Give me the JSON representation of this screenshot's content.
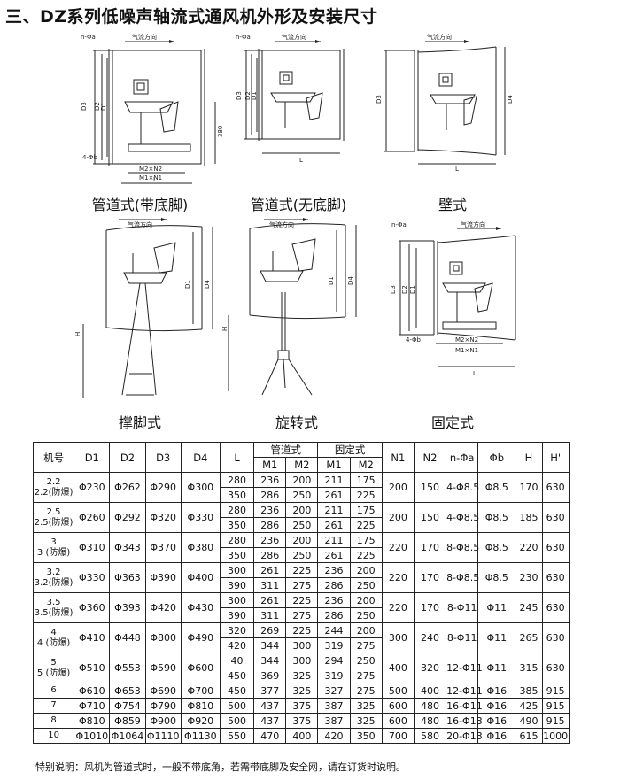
{
  "title": "三、DZ系列低噪声轴流式通风机外形及安装尺寸",
  "diagrams": [
    {
      "caption": "管道式(带底脚)",
      "labels": {
        "hole": "n-Φa",
        "flow": "气流方向",
        "d3": "D3",
        "d2": "D2",
        "d1": "D1",
        "h380": "380",
        "hole_b": "4-Φb",
        "m2n2": "M2×N2",
        "m1n1": "M1×N1",
        "l": "L"
      }
    },
    {
      "caption": "管道式(无底脚)",
      "labels": {
        "hole": "n-Φa",
        "flow": "气流方向",
        "d3": "D3",
        "d2": "D2",
        "d1": "D1",
        "l": "L"
      }
    },
    {
      "caption": "壁式",
      "labels": {
        "flow": "气流方向",
        "d3": "D3",
        "d4": "D4",
        "l": "L"
      }
    },
    {
      "caption": "撑脚式",
      "labels": {
        "flow": "气流方向",
        "d1": "D1",
        "d4": "D4",
        "h": "H"
      }
    },
    {
      "caption": "旋转式",
      "labels": {
        "flow": "气流方向",
        "d1": "D1",
        "d4": "D4",
        "h": "H"
      }
    },
    {
      "caption": "固定式",
      "labels": {
        "hole": "n-Φa",
        "flow": "气流方向",
        "d3": "D3",
        "d2": "D2",
        "d1": "D1",
        "hole_b": "4-Φb",
        "m2n2": "M2×N2",
        "m1n1": "M1×N1",
        "l": "L"
      }
    }
  ],
  "table": {
    "headers": {
      "model": "机号",
      "d1": "D1",
      "d2": "D2",
      "d3": "D3",
      "d4": "D4",
      "l": "L",
      "duct": "管道式",
      "fixed": "固定式",
      "m1": "M1",
      "m2": "M2",
      "n1": "N1",
      "n2": "N2",
      "na": "n-Φa",
      "b": "Φb",
      "h": "H",
      "hp": "H'"
    },
    "groups": [
      {
        "model": [
          "2.2",
          "2.2(防爆)"
        ],
        "d1": "Φ230",
        "d2": "Φ262",
        "d3": "Φ290",
        "d4": "Φ300",
        "rows": [
          [
            "280",
            "236",
            "200",
            "211",
            "175"
          ],
          [
            "350",
            "286",
            "250",
            "261",
            "225"
          ]
        ],
        "n1": "200",
        "n2": "150",
        "na": "4-Φ8.5",
        "b": "Φ8.5",
        "h": "170",
        "hp": "630"
      },
      {
        "model": [
          "2.5",
          "2.5(防爆)"
        ],
        "d1": "Φ260",
        "d2": "Φ292",
        "d3": "Φ320",
        "d4": "Φ330",
        "rows": [
          [
            "280",
            "236",
            "200",
            "211",
            "175"
          ],
          [
            "350",
            "286",
            "250",
            "261",
            "225"
          ]
        ],
        "n1": "200",
        "n2": "150",
        "na": "4-Φ8.5",
        "b": "Φ8.5",
        "h": "185",
        "hp": "630"
      },
      {
        "model": [
          "3",
          "3 (防爆)"
        ],
        "d1": "Φ310",
        "d2": "Φ343",
        "d3": "Φ370",
        "d4": "Φ380",
        "rows": [
          [
            "280",
            "236",
            "200",
            "211",
            "175"
          ],
          [
            "350",
            "286",
            "250",
            "261",
            "225"
          ]
        ],
        "n1": "220",
        "n2": "170",
        "na": "8-Φ8.5",
        "b": "Φ8.5",
        "h": "220",
        "hp": "630"
      },
      {
        "model": [
          "3.2",
          "3.2(防爆)"
        ],
        "d1": "Φ330",
        "d2": "Φ363",
        "d3": "Φ390",
        "d4": "Φ400",
        "rows": [
          [
            "300",
            "261",
            "225",
            "236",
            "200"
          ],
          [
            "390",
            "311",
            "275",
            "286",
            "250"
          ]
        ],
        "n1": "220",
        "n2": "170",
        "na": "8-Φ8.5",
        "b": "Φ8.5",
        "h": "230",
        "hp": "630"
      },
      {
        "model": [
          "3.5",
          "3.5(防爆)"
        ],
        "d1": "Φ360",
        "d2": "Φ393",
        "d3": "Φ420",
        "d4": "Φ430",
        "rows": [
          [
            "300",
            "261",
            "225",
            "236",
            "200"
          ],
          [
            "390",
            "311",
            "275",
            "286",
            "250"
          ]
        ],
        "n1": "220",
        "n2": "170",
        "na": "8-Φ11",
        "b": "Φ11",
        "h": "245",
        "hp": "630"
      },
      {
        "model": [
          "4",
          "4 (防爆)"
        ],
        "d1": "Φ410",
        "d2": "Φ448",
        "d3": "Φ800",
        "d4": "Φ490",
        "rows": [
          [
            "320",
            "269",
            "225",
            "244",
            "200"
          ],
          [
            "420",
            "344",
            "300",
            "319",
            "275"
          ]
        ],
        "n1": "300",
        "n2": "240",
        "na": "8-Φ11",
        "b": "Φ11",
        "h": "265",
        "hp": "630"
      },
      {
        "model": [
          "5",
          "5 (防爆)"
        ],
        "d1": "Φ510",
        "d2": "Φ553",
        "d3": "Φ590",
        "d4": "Φ600",
        "rows": [
          [
            "40",
            "344",
            "300",
            "294",
            "250"
          ],
          [
            "450",
            "369",
            "325",
            "319",
            "275"
          ]
        ],
        "n1": "400",
        "n2": "320",
        "na": "12-Φ11",
        "b": "Φ11",
        "h": "315",
        "hp": "630"
      },
      {
        "model": [
          "6"
        ],
        "d1": "Φ610",
        "d2": "Φ653",
        "d3": "Φ690",
        "d4": "Φ700",
        "rows": [
          [
            "450",
            "377",
            "325",
            "327",
            "275"
          ]
        ],
        "n1": "500",
        "n2": "400",
        "na": "12-Φ11",
        "b": "Φ16",
        "h": "385",
        "hp": "915"
      },
      {
        "model": [
          "7"
        ],
        "d1": "Φ710",
        "d2": "Φ754",
        "d3": "Φ790",
        "d4": "Φ810",
        "rows": [
          [
            "500",
            "437",
            "375",
            "387",
            "325"
          ]
        ],
        "n1": "600",
        "n2": "480",
        "na": "16-Φ11",
        "b": "Φ16",
        "h": "425",
        "hp": "915"
      },
      {
        "model": [
          "8"
        ],
        "d1": "Φ810",
        "d2": "Φ859",
        "d3": "Φ900",
        "d4": "Φ920",
        "rows": [
          [
            "500",
            "437",
            "375",
            "387",
            "325"
          ]
        ],
        "n1": "600",
        "n2": "480",
        "na": "16-Φ13",
        "b": "Φ16",
        "h": "490",
        "hp": "915"
      },
      {
        "model": [
          "10"
        ],
        "d1": "Φ1010",
        "d2": "Φ1064",
        "d3": "Φ1110",
        "d4": "Φ1130",
        "rows": [
          [
            "550",
            "470",
            "400",
            "420",
            "350"
          ]
        ],
        "n1": "700",
        "n2": "580",
        "na": "20-Φ13",
        "b": "Φ16",
        "h": "615",
        "hp": "1000"
      }
    ]
  },
  "note": "特别说明：风机为管道式时，一般不带底角，若需带底脚及安全网，请在订货时说明。"
}
